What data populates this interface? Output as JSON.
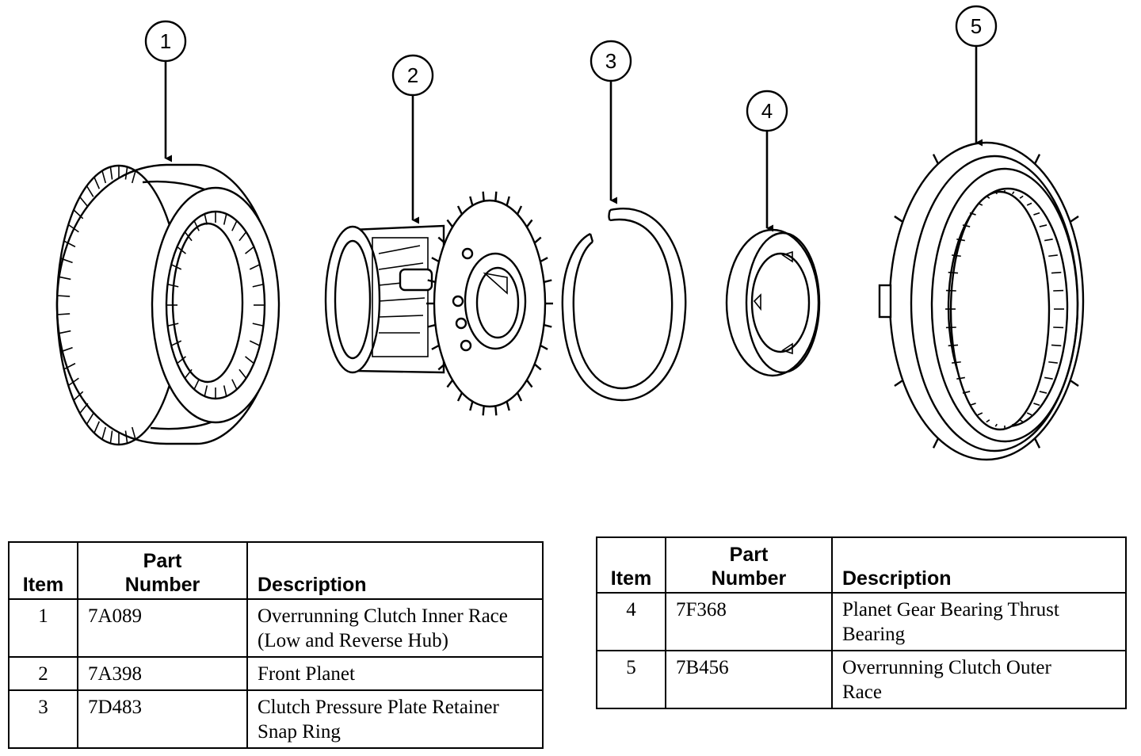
{
  "callouts": [
    "1",
    "2",
    "3",
    "4",
    "5"
  ],
  "icons": [
    "arrowhead",
    "gear",
    "planet-carrier",
    "snap-ring",
    "thrust-bearing",
    "outer-race"
  ],
  "table_left": {
    "headers": {
      "item": "Item",
      "part_line1": "Part",
      "part_line2": "Number",
      "description": "Description"
    },
    "rows": [
      {
        "item": "1",
        "part": "7A089",
        "desc_line1": "Overrunning Clutch Inner Race",
        "desc_line2": "(Low and Reverse Hub)"
      },
      {
        "item": "2",
        "part": "7A398",
        "desc_line1": "Front Planet",
        "desc_line2": ""
      },
      {
        "item": "3",
        "part": "7D483",
        "desc_line1": "Clutch Pressure Plate Retainer",
        "desc_line2": "Snap Ring"
      }
    ]
  },
  "table_right": {
    "headers": {
      "item": "Item",
      "part_line1": "Part",
      "part_line2": "Number",
      "description": "Description"
    },
    "rows": [
      {
        "item": "4",
        "part": "7F368",
        "desc_line1": "Planet Gear Bearing Thrust",
        "desc_line2": "Bearing"
      },
      {
        "item": "5",
        "part": "7B456",
        "desc_line1": "Overrunning Clutch Outer",
        "desc_line2": "Race"
      }
    ]
  }
}
